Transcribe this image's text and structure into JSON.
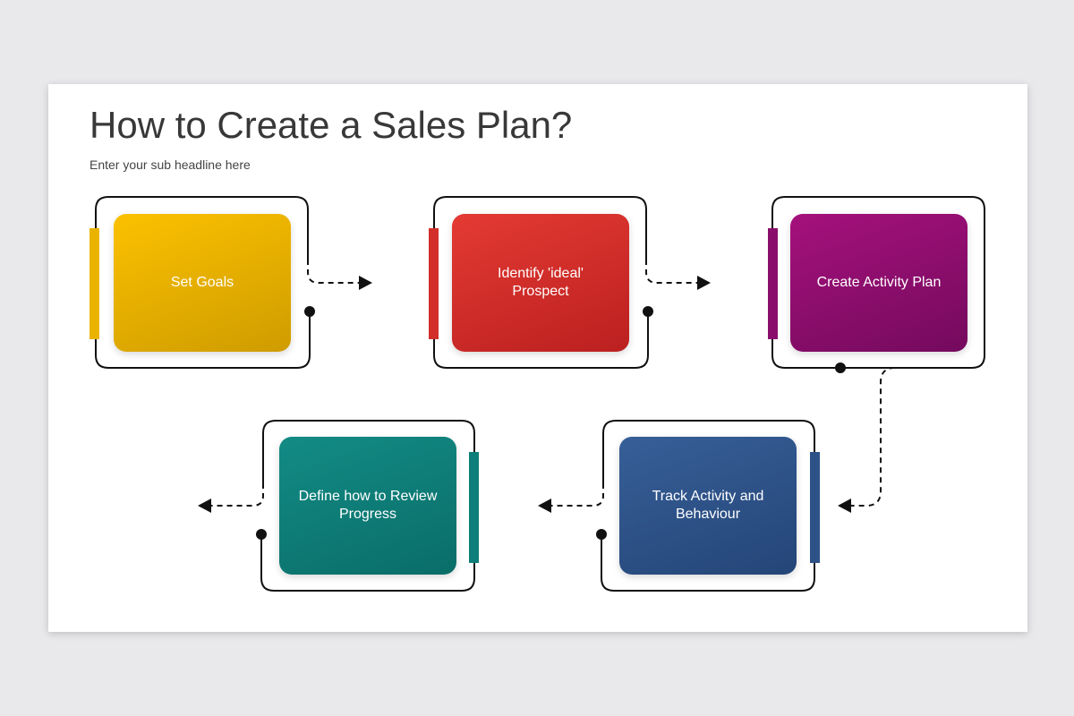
{
  "title": "How to Create a Sales Plan?",
  "subtitle": "Enter your sub headline here",
  "steps": [
    {
      "label": "Set Goals",
      "color": "#e9b300",
      "gradient": [
        "#fbc100",
        "#cf9c00"
      ]
    },
    {
      "label": "Identify 'ideal' Prospect",
      "color": "#d32f2a",
      "gradient": [
        "#e43a33",
        "#bb2020"
      ]
    },
    {
      "label": "Create Activity Plan",
      "color": "#8a0e6c",
      "gradient": [
        "#a5117c",
        "#740a5d"
      ]
    },
    {
      "label": "Track Activity and Behaviour",
      "color": "#2c5287",
      "gradient": [
        "#375f98",
        "#244577"
      ]
    },
    {
      "label": "Define how to Review Progress",
      "color": "#0d7e79",
      "gradient": [
        "#138b85",
        "#0a6d68"
      ]
    }
  ]
}
